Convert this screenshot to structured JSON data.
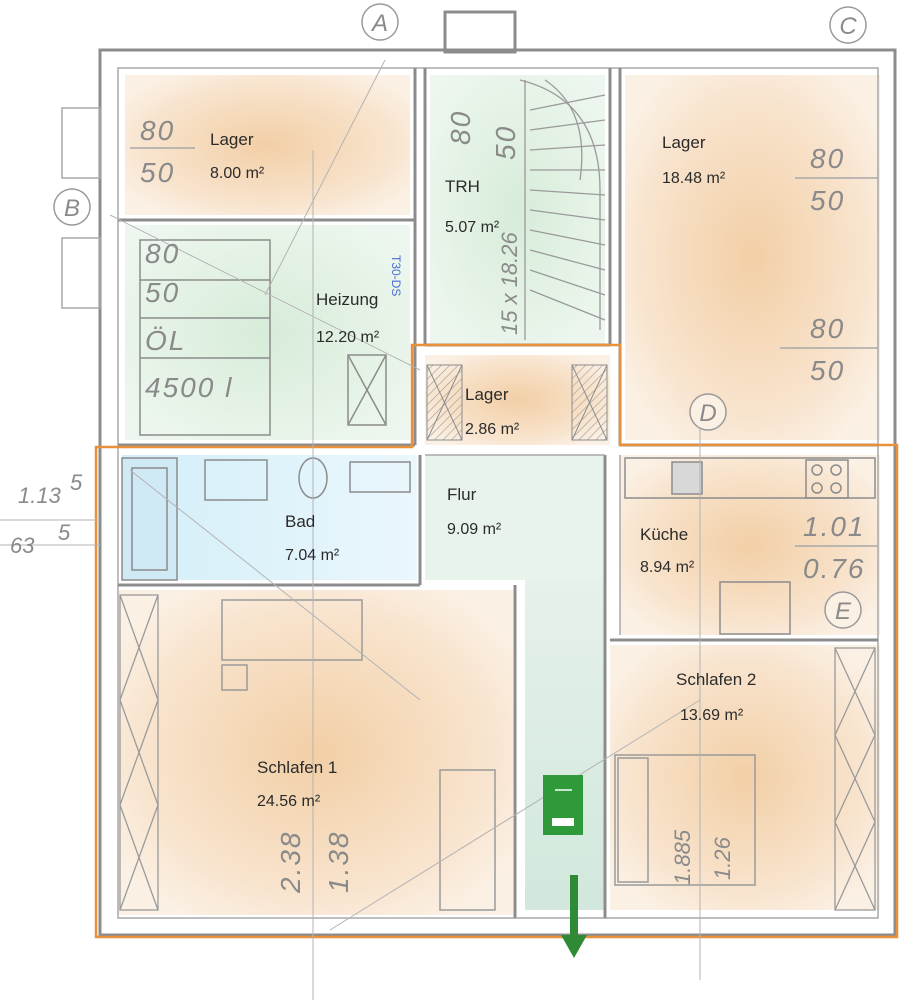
{
  "grid_markers": {
    "a": "A",
    "b": "B",
    "c": "C",
    "d": "D",
    "e": "E"
  },
  "rooms": {
    "lager_top_left": {
      "name": "Lager",
      "area": "8.00 m²",
      "dim_top": "80",
      "dim_bottom": "50"
    },
    "trh": {
      "name": "TRH",
      "area": "5.07 m²",
      "dim_a": "80",
      "dim_b": "50",
      "stair": "15 x 18.26"
    },
    "lager_right": {
      "name": "Lager",
      "area": "18.48 m²",
      "dim1_top": "80",
      "dim1_bottom": "50",
      "dim2_top": "80",
      "dim2_bottom": "50"
    },
    "heizung": {
      "name": "Heizung",
      "area": "12.20 m²",
      "dim_top": "80",
      "dim_bottom": "50",
      "oil_label": "ÖL",
      "oil_volume": "4500 l",
      "door_tag": "T30-DS"
    },
    "lager_small": {
      "name": "Lager",
      "area": "2.86 m²"
    },
    "bad": {
      "name": "Bad",
      "area": "7.04 m²"
    },
    "flur": {
      "name": "Flur",
      "area": "9.09 m²"
    },
    "kueche": {
      "name": "Küche",
      "area": "8.94 m²",
      "dim_top": "1.01",
      "dim_bottom": "0.76"
    },
    "schlafen1": {
      "name": "Schlafen 1",
      "area": "24.56 m²",
      "dim_a": "2.38",
      "dim_b": "1.38"
    },
    "schlafen2": {
      "name": "Schlafen 2",
      "area": "13.69 m²",
      "dim_a": "1.885",
      "dim_b": "1.26"
    }
  },
  "outer_dims": {
    "left_top": "1.13",
    "left_top_sup": "5",
    "left_bottom": "63",
    "left_bottom_sup": "5"
  },
  "colors": {
    "warm_room": "#f6dcc0",
    "bath": "#dff3fb",
    "hall": "#e3f1e8",
    "heating": "#e6f2e6",
    "outline": "#e8903a",
    "entrance": "#2e9a3a"
  }
}
